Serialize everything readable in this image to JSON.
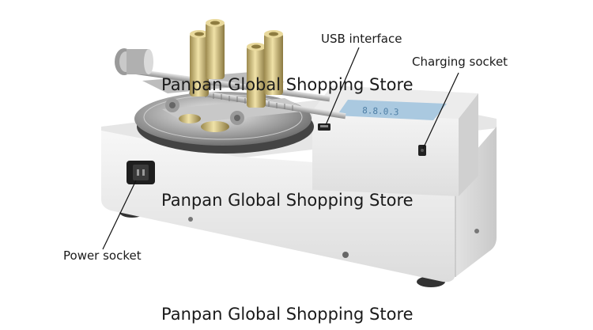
{
  "labels": {
    "usb": "USB interface",
    "charging": "Charging socket",
    "power": "Power socket"
  },
  "watermarks": {
    "top": "Panpan Global Shopping Store",
    "middle": "Panpan Global Shopping Store",
    "bottom": "Panpan Global Shopping Store"
  },
  "colors": {
    "body_white": "#eeeeee",
    "base_shadow": "#d6d6d6",
    "steel": "#b8b8b8",
    "gold": "#cdbb80",
    "display_blue": "#aac9e0"
  }
}
